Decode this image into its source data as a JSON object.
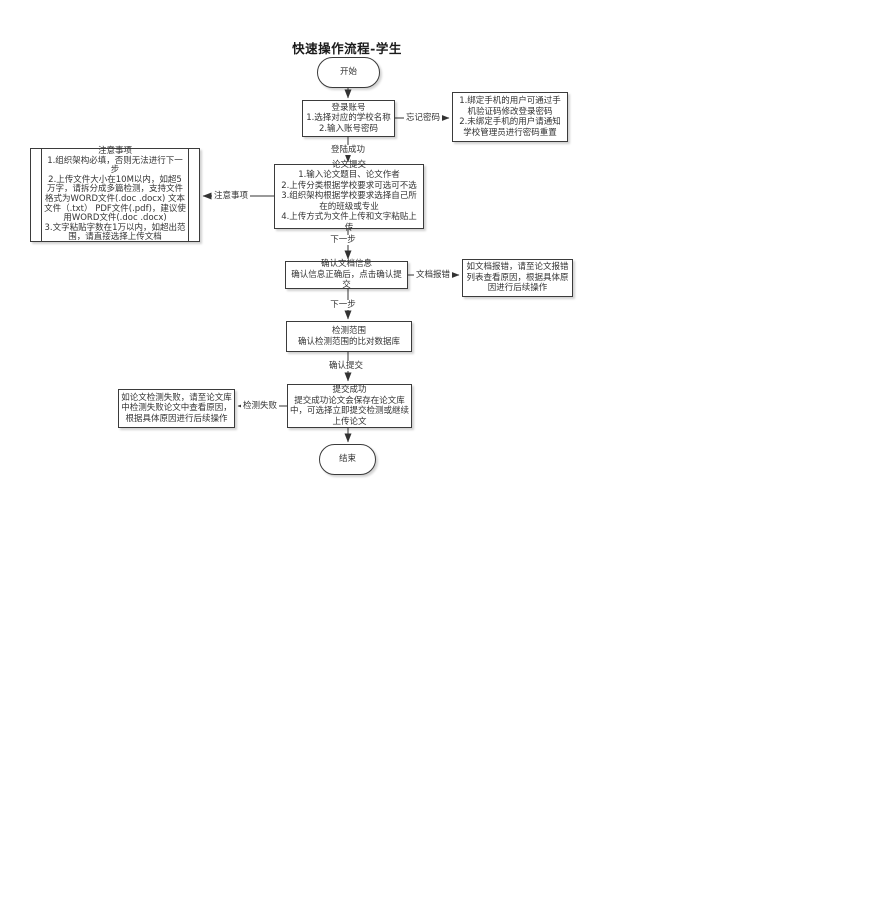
{
  "page": {
    "title": "快速操作流程-学生"
  },
  "style": {
    "stroke_color": "#333333",
    "background": "#ffffff",
    "shape_fill": "#ffffff"
  },
  "nodes": {
    "start": {
      "label": "开始",
      "shape": "stadium"
    },
    "login": {
      "title": "登录账号",
      "items": [
        "1.选择对应的学校名称",
        "2.输入账号密码"
      ]
    },
    "forgot_note": {
      "items": [
        "1.绑定手机的用户可通过手机验证码修改登录密码",
        "2.未绑定手机的用户请通知学校管理员进行密码重置"
      ]
    },
    "paper_submit": {
      "title": "论文提交",
      "items": [
        "1.输入论文题目、论文作者",
        "2.上传分类根据学校要求可选可不选",
        "3.组织架构根据学校要求选择自己所在的班级或专业",
        "4.上传方式为文件上传和文字粘贴上传"
      ]
    },
    "notes": {
      "title": "注意事项",
      "items": [
        "1.组织架构必填，否则无法进行下一步",
        "2.上传文件大小在10M以内，如超5万字，请拆分成多篇检测，支持文件格式为WORD文件(.doc .docx) 文本文件（.txt） PDF文件(.pdf)，建议使用WORD文件(.doc .docx)",
        "3.文字粘贴字数在1万以内，如超出范围，请直接选择上传文档"
      ]
    },
    "confirm_info": {
      "title": "确认文档信息",
      "items": [
        "确认信息正确后，点击确认提交"
      ]
    },
    "doc_error_note": {
      "text": "如文档报错，请至论文报错列表查看原因，根据具体原因进行后续操作"
    },
    "scope": {
      "title": "检测范围",
      "items": [
        "确认检测范围的比对数据库"
      ]
    },
    "submit_success": {
      "title": "提交成功",
      "items": [
        "提交成功论文会保存在论文库中，可选择立即提交检测或继续上传论文"
      ]
    },
    "check_fail_note": {
      "text": "如论文检测失败，请至论文库中检测失败论文中查看原因，根据具体原因进行后续操作"
    },
    "end": {
      "label": "结束",
      "shape": "stadium"
    }
  },
  "edges": {
    "forgot_password": "忘记密码",
    "login_success": "登陆成功",
    "notes_label": "注意事项",
    "next_step_1": "下一步",
    "doc_error": "文档报错",
    "next_step_2": "下一步",
    "confirm_submit": "确认提交",
    "check_fail": "检测失败"
  }
}
